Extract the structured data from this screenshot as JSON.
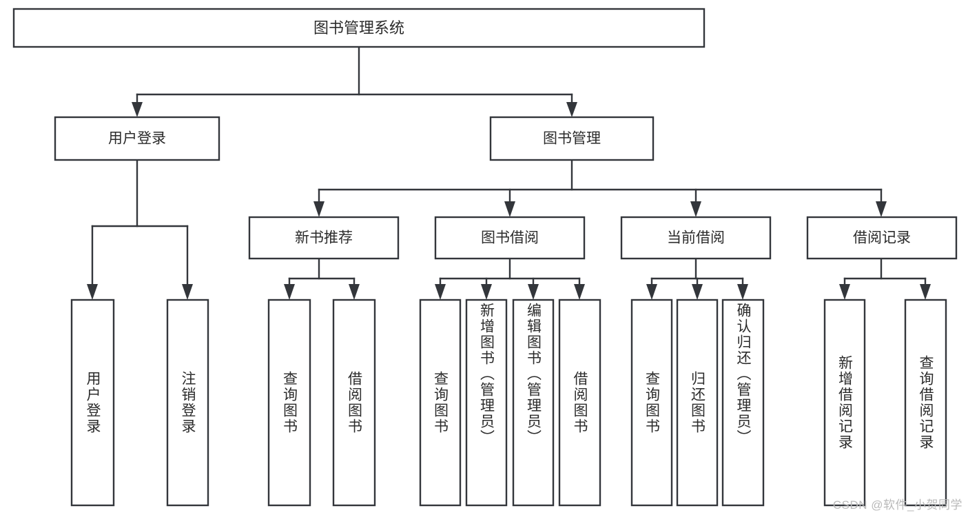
{
  "diagram": {
    "title": "图书管理系统",
    "type": "tree-hierarchy-chart",
    "colors": {
      "box_stroke": "#33363b",
      "box_fill": "#ffffff",
      "text": "#2b2b2b",
      "watermark": "#b9b9b9",
      "background": "#ffffff"
    },
    "root": {
      "label": "图书管理系统"
    },
    "level2": [
      {
        "label": "用户登录"
      },
      {
        "label": "图书管理"
      }
    ],
    "level3": [
      {
        "label": "新书推荐"
      },
      {
        "label": "图书借阅"
      },
      {
        "label": "当前借阅"
      },
      {
        "label": "借阅记录"
      }
    ],
    "leaves": {
      "user_login": [
        {
          "label": "用户登录"
        },
        {
          "label": "注销登录"
        }
      ],
      "new_book_recommend": [
        {
          "label": "查询图书"
        },
        {
          "label": "借阅图书"
        }
      ],
      "book_borrow": [
        {
          "label": "查询图书"
        },
        {
          "label": "新增图书（管理员）"
        },
        {
          "label": "编辑图书（管理员）"
        },
        {
          "label": "借阅图书"
        }
      ],
      "current_borrow": [
        {
          "label": "查询图书"
        },
        {
          "label": "归还图书"
        },
        {
          "label": "确认归还（管理员）"
        }
      ],
      "borrow_record": [
        {
          "label": "新增借阅记录"
        },
        {
          "label": "查询借阅记录"
        }
      ]
    },
    "watermark": "CSDN @软件_小贺同学"
  }
}
